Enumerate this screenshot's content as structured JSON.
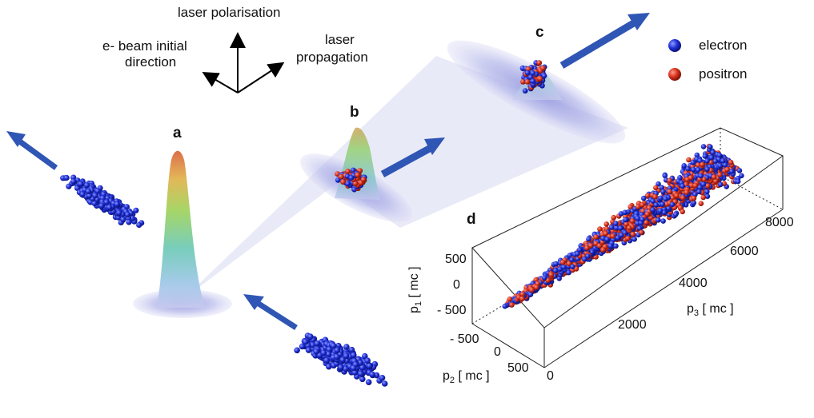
{
  "axes_legend": {
    "polarisation": "laser polarisation",
    "beam_direction_line1": "e- beam initial",
    "beam_direction_line2": "direction",
    "propagation_line1": "laser",
    "propagation_line2": "propagation"
  },
  "panels": {
    "a": "a",
    "b": "b",
    "c": "c",
    "d": "d"
  },
  "legend": {
    "electron": {
      "label": "electron",
      "color": "#1f2fd6"
    },
    "positron": {
      "label": "positron",
      "color": "#d8321e"
    }
  },
  "plot_d": {
    "p1_label": "p",
    "p1_sub": "1",
    "p1_unit": " [ mc ]",
    "p2_label": "p",
    "p2_sub": "2",
    "p2_unit": " [ mc ]",
    "p3_label": "p",
    "p3_sub": "3",
    "p3_unit": " [ mc ]",
    "p1_ticks": [
      "500",
      "0",
      "- 500"
    ],
    "p2_ticks": [
      "- 500",
      "0",
      "500"
    ],
    "p3_ticks": [
      "0",
      "2000",
      "4000",
      "6000",
      "8000"
    ]
  },
  "colors": {
    "arrow_blue": "#2f55b5",
    "halo": "#c9cbef",
    "electron": "#1f2fd6",
    "positron": "#d8321e"
  }
}
